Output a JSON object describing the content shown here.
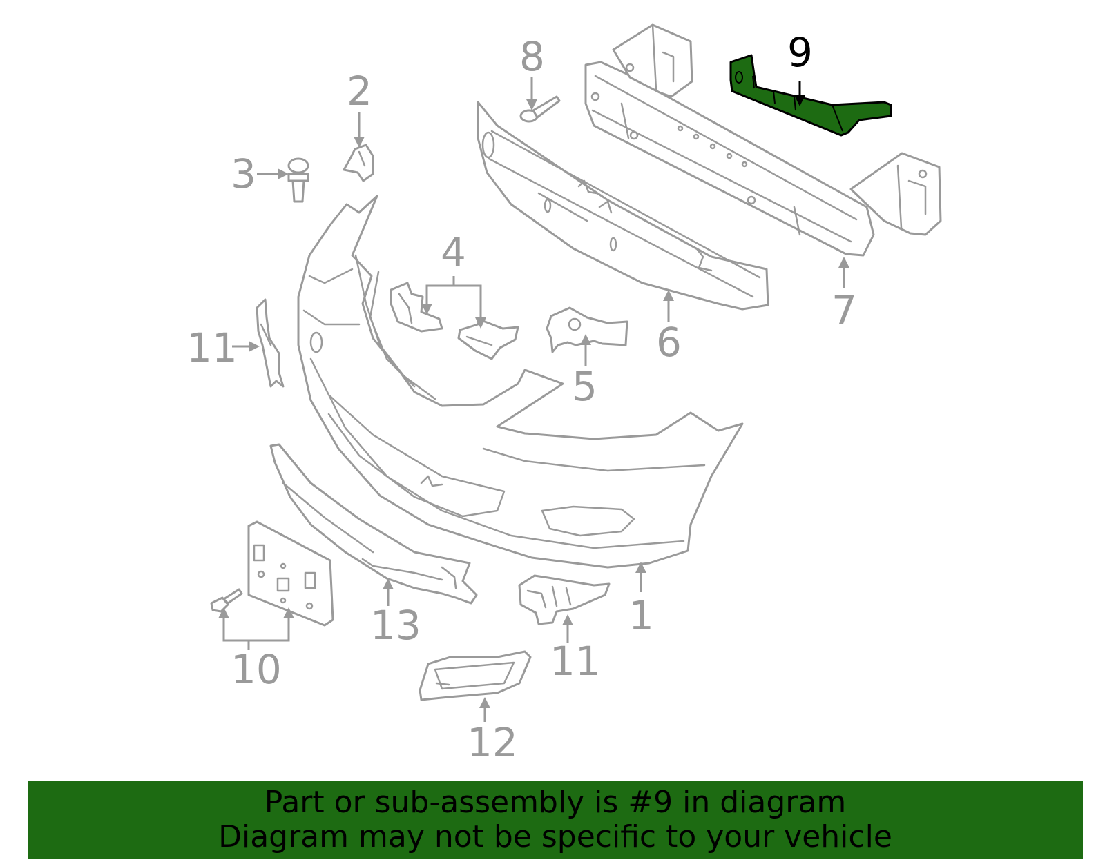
{
  "callouts": {
    "c1": "1",
    "c2": "2",
    "c3": "3",
    "c4": "4",
    "c5": "5",
    "c6": "6",
    "c7": "7",
    "c8": "8",
    "c9": "9",
    "c10": "10",
    "c11a": "11",
    "c11b": "11",
    "c12": "12",
    "c13": "13"
  },
  "highlighted_part": "9",
  "banner": {
    "line1": "Part or sub-assembly is #9 in diagram",
    "line2": "Diagram may not be specific to your vehicle"
  },
  "colors": {
    "highlight": "#1d6b12",
    "part_stroke": "#9a9a9a"
  }
}
